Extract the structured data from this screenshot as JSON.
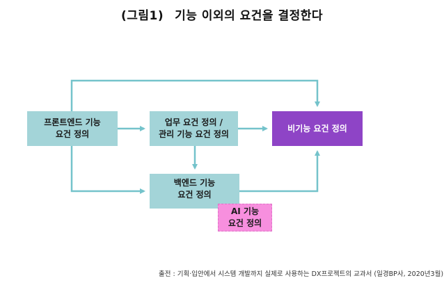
{
  "title": {
    "figure_label": "(그림1)",
    "text": "기능 이외의 요건을 결정한다"
  },
  "diagram": {
    "nodes": [
      {
        "id": "frontend",
        "line1": "프론트엔드 기능",
        "line2": "요건 정의"
      },
      {
        "id": "business",
        "line1": "업무 요건 정의 /",
        "line2": "관리 기능 요건 정의"
      },
      {
        "id": "nonfunctional",
        "line1": "비기능 요건 정의",
        "line2": ""
      },
      {
        "id": "backend",
        "line1": "백엔드 기능",
        "line2": "요건 정의"
      },
      {
        "id": "ai",
        "line1": "AI 기능",
        "line2": "요건 정의"
      }
    ],
    "edges": [
      {
        "from": "frontend",
        "to": "business"
      },
      {
        "from": "business",
        "to": "nonfunctional"
      },
      {
        "from": "frontend",
        "to": "nonfunctional"
      },
      {
        "from": "frontend",
        "to": "backend"
      },
      {
        "from": "business",
        "to": "backend"
      },
      {
        "from": "backend",
        "to": "nonfunctional"
      }
    ],
    "colors": {
      "edge": "#74c3cb",
      "teal_box": "#a3d4d8",
      "purple_box": "#8e44c6",
      "pink_box": "#f78fde"
    }
  },
  "source": "출전 : 기획·입안에서 시스템 개발까지 실제로 사용하는 DX프로젝트의 교과서 (일경BP사, 2020년3월)"
}
